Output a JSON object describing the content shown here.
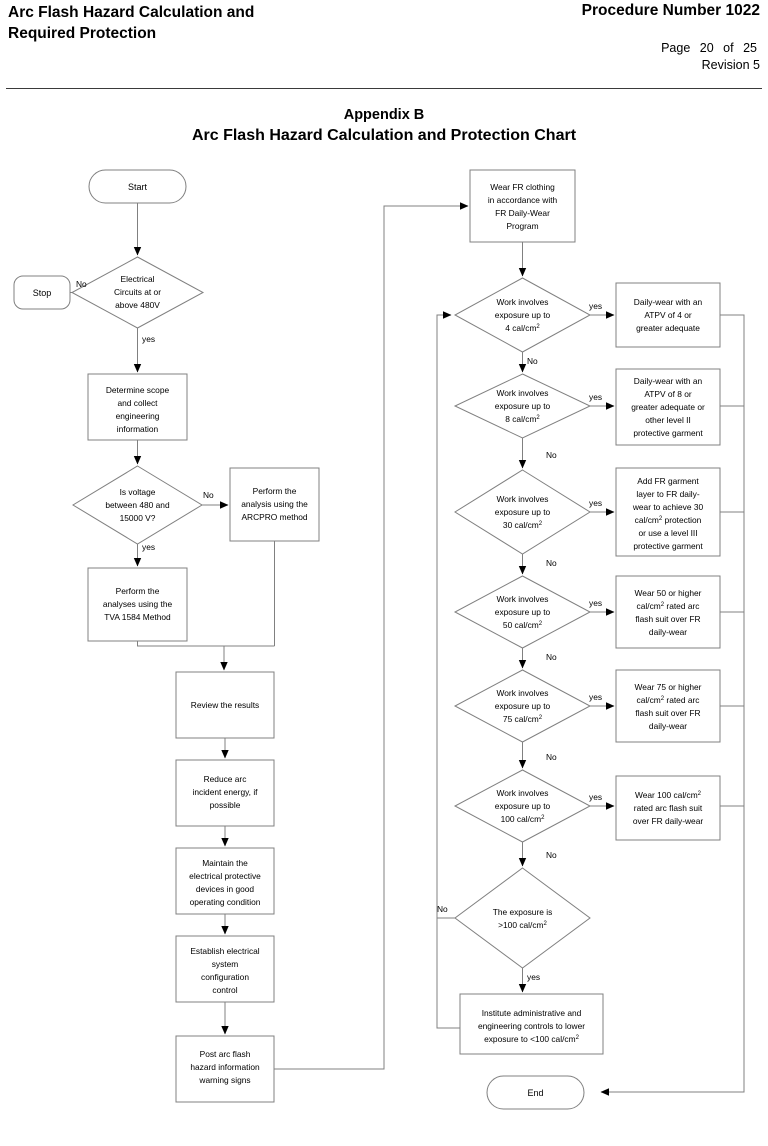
{
  "header": {
    "doc_title_line1": "Arc Flash Hazard Calculation and",
    "doc_title_line2": "Required Protection",
    "procedure": "Procedure Number 1022",
    "page_label": "Page",
    "page_number": "20",
    "of_label": "of",
    "page_total": "25",
    "revision": "Revision 5"
  },
  "title": {
    "appendix": "Appendix B",
    "chart_title": "Arc Flash Hazard Calculation and Protection Chart"
  },
  "flowchart": {
    "nodes": {
      "start": "Start",
      "stop": "Stop",
      "end": "End",
      "d_electrical_l1": "Electrical",
      "d_electrical_l2": "Circuits at or",
      "d_electrical_l3": "above 480V",
      "p_determine_l1": "Determine scope",
      "p_determine_l2": "and collect",
      "p_determine_l3": "engineering",
      "p_determine_l4": "information",
      "d_voltage_l1": "Is voltage",
      "d_voltage_l2": "between 480 and",
      "d_voltage_l3": "15000 V?",
      "p_arcpro_l1": "Perform the",
      "p_arcpro_l2": "analysis using the",
      "p_arcpro_l3": "ARCPRO method",
      "p_tva_l1": "Perform the",
      "p_tva_l2": "analyses using the",
      "p_tva_l3": "TVA 1584 Method",
      "p_review": "Review the results",
      "p_reduce_l1": "Reduce arc",
      "p_reduce_l2": "incident energy, if",
      "p_reduce_l3": "possible",
      "p_maintain_l1": "Maintain the",
      "p_maintain_l2": "electrical protective",
      "p_maintain_l3": "devices in good",
      "p_maintain_l4": "operating condition",
      "p_establish_l1": "Establish electrical",
      "p_establish_l2": "system",
      "p_establish_l3": "configuration",
      "p_establish_l4": "control",
      "p_post_l1": "Post arc flash",
      "p_post_l2": "hazard information",
      "p_post_l3": "warning signs",
      "p_fr_l1": "Wear FR clothing",
      "p_fr_l2": "in accordance with",
      "p_fr_l3": "FR Daily-Wear",
      "p_fr_l4": "Program",
      "work_involves": "Work involves",
      "exposure_up_to": "exposure up to",
      "d_4": "4 cal/cm",
      "d_8": "8 cal/cm",
      "d_30": "30 cal/cm",
      "d_50": "50 cal/cm",
      "d_75": "75 cal/cm",
      "d_100": "100 cal/cm",
      "d_over_l1": "The exposure is",
      "d_over_l2": ">100 cal/cm",
      "r4_l1": "Daily-wear with an",
      "r4_l2": "ATPV of 4 or",
      "r4_l3": "greater adequate",
      "r8_l1": "Daily-wear with an",
      "r8_l2": "ATPV of 8 or",
      "r8_l3": "greater adequate or",
      "r8_l4": "other level II",
      "r8_l5": "protective garment",
      "r30_l1": "Add FR garment",
      "r30_l2": "layer to FR daily-",
      "r30_l3": "wear to achieve 30",
      "r30_l4a": "cal/cm",
      "r30_l4b": " protection",
      "r30_l5": "or use a level III",
      "r30_l6": "protective garment",
      "r50_l1": "Wear 50 or higher",
      "r50_l2a": "cal/cm",
      "r50_l2b": " rated arc",
      "r50_l3": "flash suit over FR",
      "r50_l4": "daily-wear",
      "r75_l1": "Wear 75 or higher",
      "r75_l2a": "cal/cm",
      "r75_l2b": " rated arc",
      "r75_l3": "flash suit over FR",
      "r75_l4": "daily-wear",
      "r100_l1a": "Wear 100 cal/cm",
      "r100_l2": "rated arc flash suit",
      "r100_l3": "over FR daily-wear",
      "p_institute_l1": "Institute administrative and",
      "p_institute_l2": "engineering controls to lower",
      "p_institute_l3a": "exposure to <100 cal/cm",
      "superscript": "2"
    },
    "edge_labels": {
      "no_cap": "No",
      "yes_low": "yes"
    }
  }
}
